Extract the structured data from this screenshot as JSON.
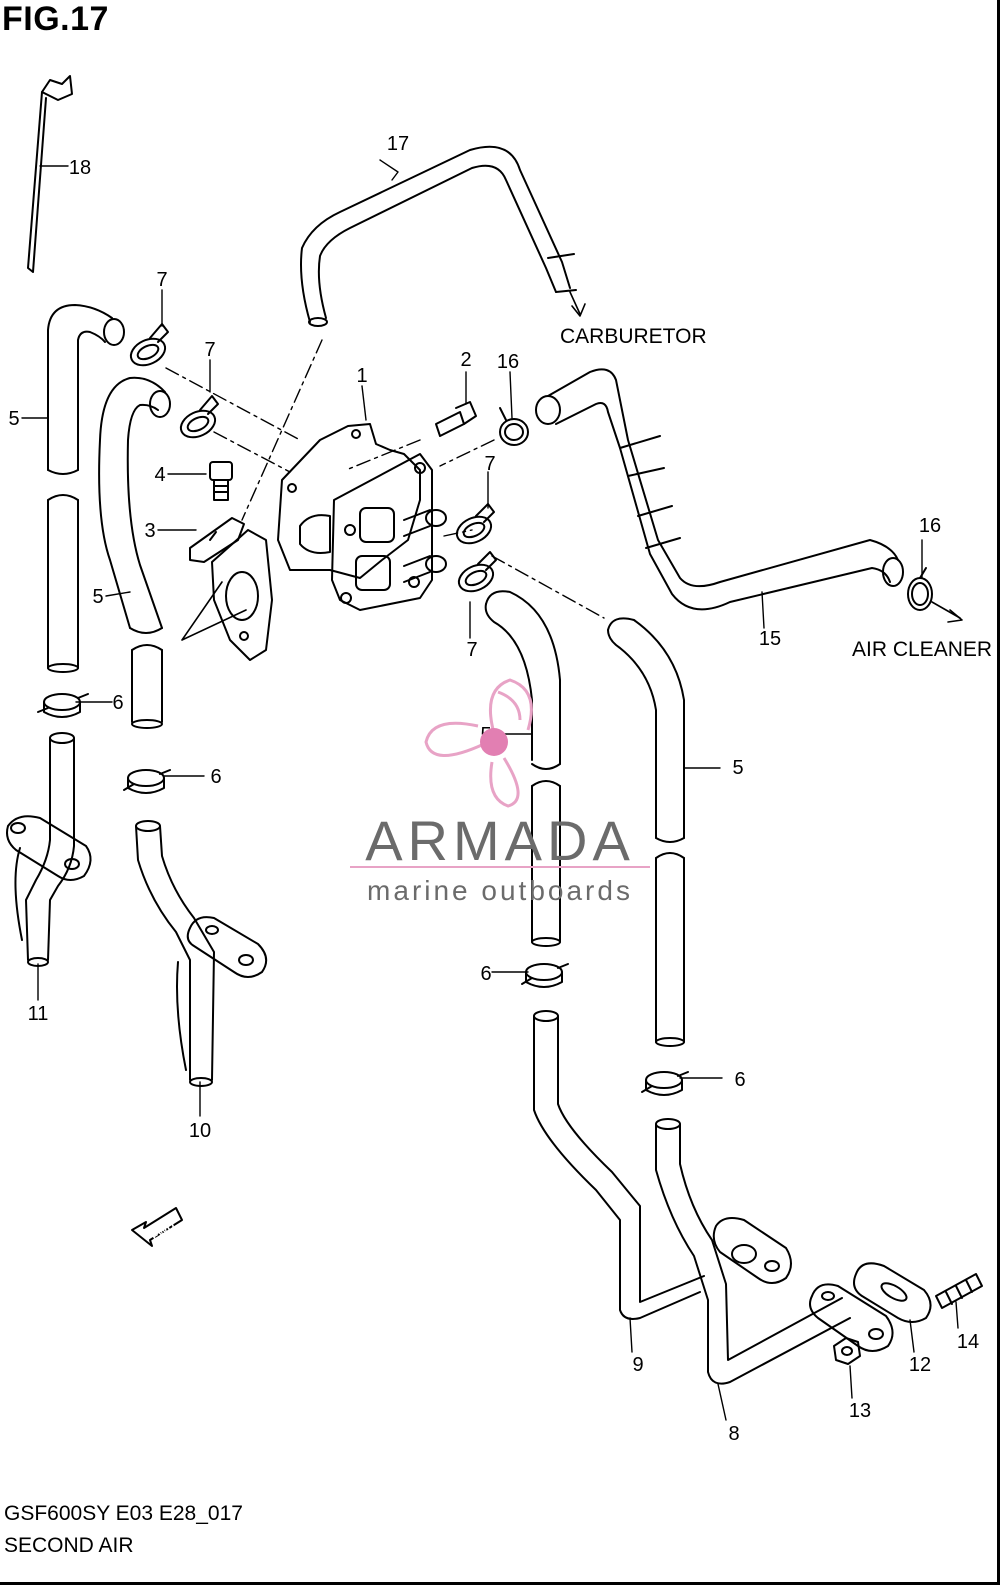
{
  "figure": {
    "title": "FIG.17",
    "footer_code": "GSF600SY E03 E28_017",
    "footer_name": "SECOND AIR"
  },
  "callouts": {
    "c1": "1",
    "c2": "2",
    "c3": "3",
    "c4": "4",
    "c5a": "5",
    "c5b": "5",
    "c5c": "5",
    "c5d": "5",
    "c6a": "6",
    "c6b": "6",
    "c6c": "6",
    "c6d": "6",
    "c7a": "7",
    "c7b": "7",
    "c7c": "7",
    "c7d": "7",
    "c8": "8",
    "c9": "9",
    "c10": "10",
    "c11": "11",
    "c12": "12",
    "c13": "13",
    "c14": "14",
    "c15": "15",
    "c16a": "16",
    "c16b": "16",
    "c17": "17",
    "c18": "18"
  },
  "destinations": {
    "carburetor": "CARBURETOR",
    "air_cleaner": "AIR CLEANER"
  },
  "fwd_label": "FWD",
  "watermark": {
    "brand": "ARMADA",
    "tagline": "marine outboards",
    "colors": {
      "brand": "#6b6b6b",
      "logo": "#e8a3c6",
      "hub": "#e27fb2"
    }
  },
  "colors": {
    "line": "#000000",
    "background": "#ffffff"
  }
}
